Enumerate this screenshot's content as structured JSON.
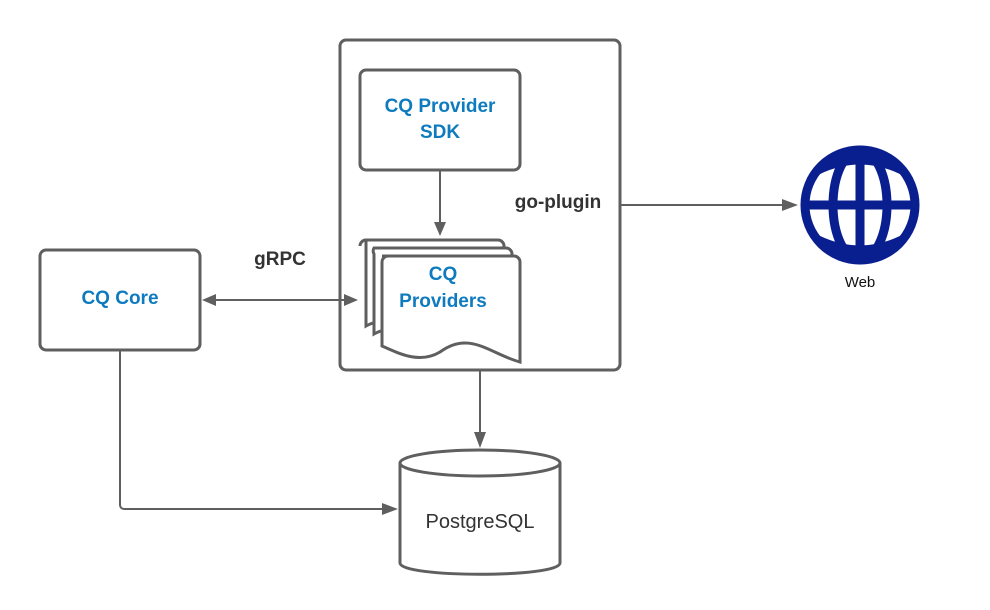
{
  "diagram": {
    "nodes": {
      "provider_sdk": {
        "line1": "CQ Provider",
        "line2": "SDK"
      },
      "providers": {
        "line1": "CQ",
        "line2": "Providers"
      },
      "core": {
        "label": "CQ Core"
      },
      "database": {
        "label": "PostgreSQL"
      },
      "web": {
        "label": "Web"
      }
    },
    "edges": {
      "grpc": "gRPC",
      "go_plugin": "go-plugin"
    },
    "colors": {
      "node_text": "#0f7bbf",
      "edge_text": "#333333",
      "stroke": "#5f5f5f",
      "globe": "#0a1f8f"
    }
  }
}
